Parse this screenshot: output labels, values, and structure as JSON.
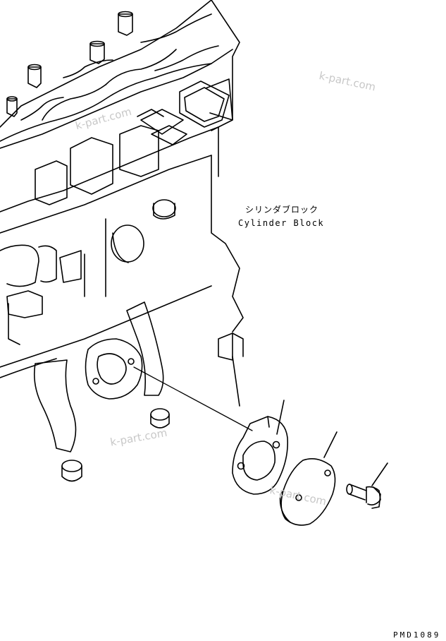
{
  "callout": {
    "label_ja": "シリンダブロック",
    "label_en": "Cylinder Block"
  },
  "watermark": "k-part.com",
  "drawing_code": "PMD1089",
  "colors": {
    "line": "#000000",
    "watermark": "#c8c8c8",
    "background": "#ffffff"
  }
}
